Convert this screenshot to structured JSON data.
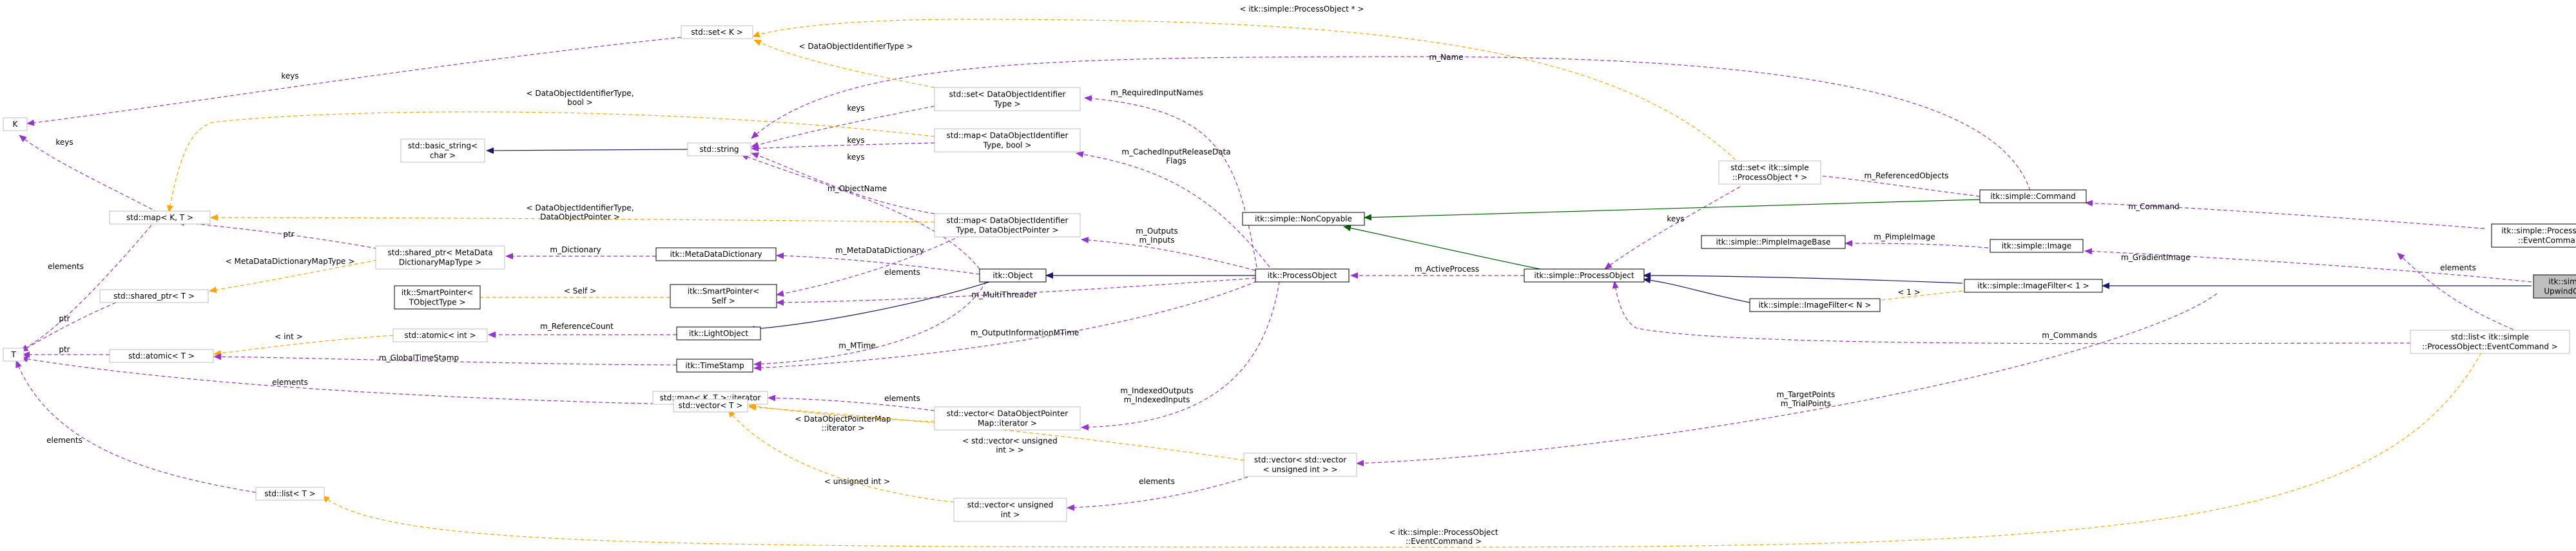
{
  "nodes": {
    "fastmarching": [
      "itk::simple::FastMarching",
      "UpwindGradientImageFilter"
    ],
    "imagefilter1": [
      "itk::simple::ImageFilter< 1 >"
    ],
    "imagefilterN": [
      "itk::simple::ImageFilter< N >"
    ],
    "processobject": [
      "itk::simple::ProcessObject"
    ],
    "noncopyable": [
      "itk::simple::NonCopyable"
    ],
    "command": [
      "itk::simple::Command"
    ],
    "image": [
      "itk::simple::Image"
    ],
    "pimpleimagebase": [
      "itk::simple::PimpleImageBase"
    ],
    "eventcommand": [
      "itk::simple::ProcessObject",
      "::EventCommand"
    ],
    "listeventcommand": [
      "std::list< itk::simple",
      "::ProcessObject::EventCommand >"
    ],
    "setprocessobject": [
      "std::set< itk::simple",
      "::ProcessObject * >"
    ],
    "setK": [
      "std::set< K >"
    ],
    "K": [
      "K"
    ],
    "string": [
      "std::string"
    ],
    "basicstring": [
      "std::basic_string<",
      "char >"
    ],
    "mapKT": [
      "std::map< K, T >"
    ],
    "sharedptrMeta": [
      "std::shared_ptr< MetaData",
      "DictionaryMapType >"
    ],
    "sharedptrT": [
      "std::shared_ptr< T >"
    ],
    "T": [
      "T"
    ],
    "atomicT": [
      "std::atomic< T >"
    ],
    "atomicint": [
      "std::atomic< int >"
    ],
    "smartptrTObject": [
      "itk::SmartPointer<",
      "TObjectType >"
    ],
    "metadatadictionary": [
      "itk::MetaDataDictionary"
    ],
    "smartptrSelf": [
      "itk::SmartPointer<",
      "Self >"
    ],
    "lightobject": [
      "itk::LightObject"
    ],
    "timestamp": [
      "itk::TimeStamp"
    ],
    "itkobject": [
      "itk::Object"
    ],
    "itkprocessobject": [
      "itk::ProcessObject"
    ],
    "setDataObjId": [
      "std::set< DataObjectIdentifier",
      "Type >"
    ],
    "mapDataObjIdBool": [
      "std::map< DataObjectIdentifier",
      "Type, bool >"
    ],
    "mapDataObjIdPtr": [
      "std::map< DataObjectIdentifier",
      "Type, DataObjectPointer >"
    ],
    "mapKTiterator": [
      "std::map< K, T >::iterator"
    ],
    "vectorDataObjPtrMap": [
      "std::vector< DataObjectPointer",
      "Map::iterator >"
    ],
    "vectorT": [
      "std::vector< T >"
    ],
    "vectorVectorUInt": [
      "std::vector< std::vector",
      "< unsigned int > >"
    ],
    "vectorUInt": [
      "std::vector< unsigned",
      "int >"
    ],
    "listT": [
      "std::list< T >"
    ]
  },
  "edges": {
    "e1": [
      "m_GradientImage"
    ],
    "e2": [
      "m_TargetPoints",
      "m_TrialPoints"
    ],
    "e3": [
      "< 1 >"
    ],
    "e4": [
      "m_PimpleImage"
    ],
    "e5": [
      "m_ActiveProcess"
    ],
    "e6": [
      "m_Commands"
    ],
    "e7": [
      "m_Command"
    ],
    "e8": [
      "elements"
    ],
    "e9": [
      "< itk::simple::ProcessObject",
      "::EventCommand >"
    ],
    "e10": [
      "m_ReferencedObjects"
    ],
    "e11": [
      "keys"
    ],
    "e12": [
      "< itk::simple::ProcessObject * >"
    ],
    "e13": [
      "m_Name"
    ],
    "e14": [
      "keys"
    ],
    "e15": [
      "< DataObjectIdentifierType >"
    ],
    "e16": [
      "m_RequiredInputNames"
    ],
    "e17": [
      "keys"
    ],
    "e18": [
      "keys"
    ],
    "e19": [
      "m_CachedInputReleaseData",
      "Flags"
    ],
    "e20": [
      "keys"
    ],
    "e21": [
      "m_ObjectName"
    ],
    "e22": [
      "m_Outputs",
      "m_Inputs"
    ],
    "e23": [
      "< DataObjectIdentifierType,",
      "bool >"
    ],
    "e24": [
      "< DataObjectIdentifierType,",
      "DataObjectPointer >"
    ],
    "e25": [
      "keys"
    ],
    "e26": [
      "ptr"
    ],
    "e27": [
      "elements"
    ],
    "e28": [
      "m_Dictionary"
    ],
    "e29": [
      "m_MetaDataDictionary"
    ],
    "e30": [
      "< MetaDataDictionaryMapType >"
    ],
    "e31": [
      "ptr"
    ],
    "e32": [
      "< Self >"
    ],
    "e33": [
      "elements"
    ],
    "e34": [
      "m_MultiThreader"
    ],
    "e35": [
      "ptr"
    ],
    "e36": [
      "< int >"
    ],
    "e37": [
      "m_ReferenceCount"
    ],
    "e38": [
      "m_GlobalTimeStamp"
    ],
    "e39": [
      "m_MTime"
    ],
    "e40": [
      "m_OutputInformationMTime"
    ],
    "e41": [
      "elements"
    ],
    "e42": [
      "elements"
    ],
    "e43": [
      "m_IndexedOutputs",
      "m_IndexedInputs"
    ],
    "e44": [
      "< DataObjectPointerMap",
      "::iterator >"
    ],
    "e45": [
      "< std::vector< unsigned",
      "int > >"
    ],
    "e46": [
      "< unsigned int >"
    ],
    "e47": [
      "elements"
    ],
    "e48": [
      "elements"
    ]
  },
  "colors": {
    "usage": "#9a32cd",
    "template": "#ffa500",
    "inherit": "#191970",
    "inherit_green": "#006400",
    "focus_fill": "#bfbfbf",
    "node_border": "#bfbfbf"
  }
}
